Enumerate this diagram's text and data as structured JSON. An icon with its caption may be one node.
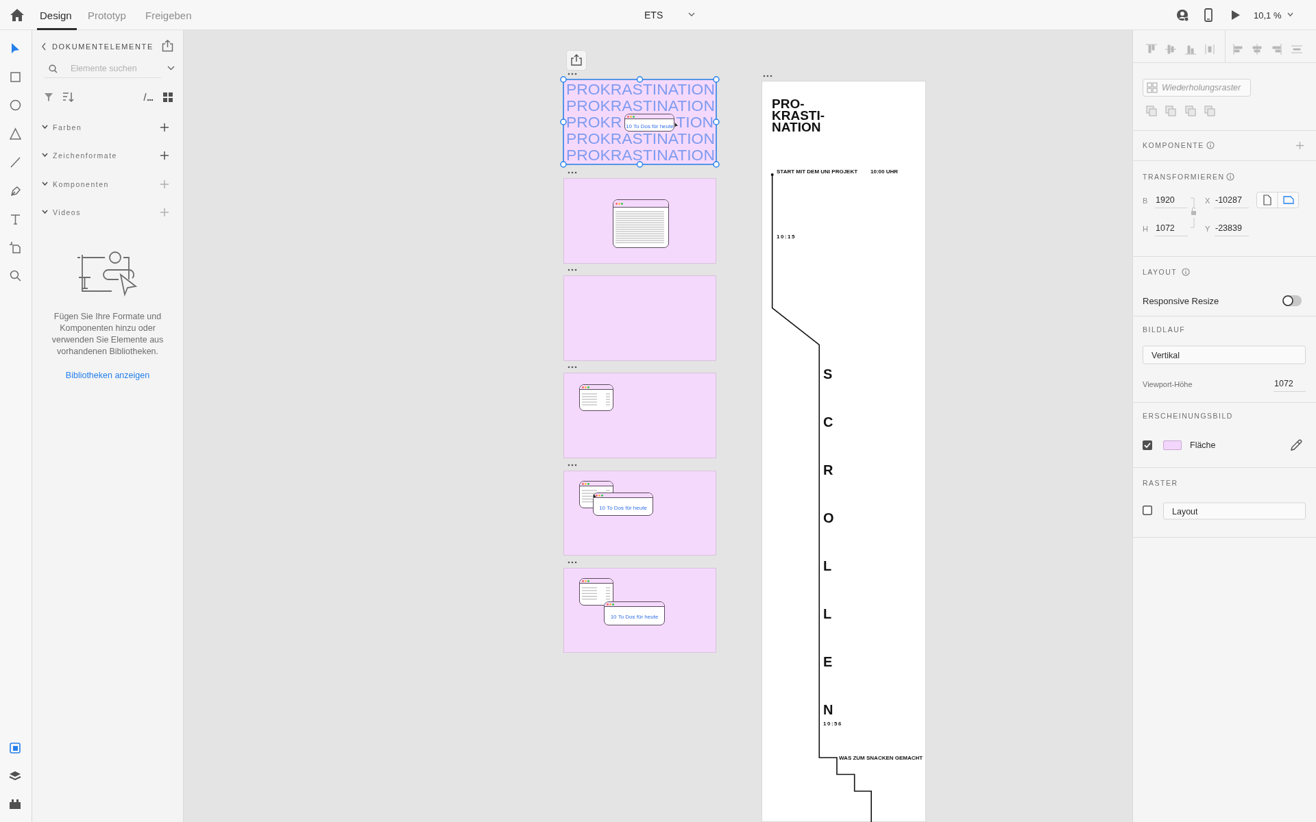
{
  "diagram": {
    "title": "ETS",
    "nodes": [
      {
        "text": [
          "PROKRASTINATION",
          "PROKRASTINATION",
          "PROKR",
          "TION",
          "PROKRASTINATION",
          "PROKRASTINATION"
        ]
      },
      {
        "text": [
          "10 To Dos für heute"
        ],
        "in": 0
      },
      {
        "text": [],
        "shape": "box"
      },
      {
        "text": [],
        "shape": "box",
        "in": 2
      },
      {
        "text": [],
        "shape": "box"
      },
      {
        "text": [],
        "shape": "box"
      },
      {
        "text": [],
        "shape": "box",
        "in": 5
      },
      {
        "text": [],
        "shape": "box"
      },
      {
        "text": [],
        "shape": "box",
        "in": 7
      },
      {
        "text": [
          "10 To Dos für heute"
        ],
        "in": 7
      },
      {
        "text": [],
        "shape": "box"
      },
      {
        "text": [],
        "shape": "box",
        "in": 10
      },
      {
        "text": [
          "10 To Dos für heute"
        ],
        "in": 10
      },
      {
        "text": [
          "PRO- KRASTI- NATION",
          "START MIT DEM UNI PROJEKT",
          "10:00 UHR",
          "10:15",
          "SCROLLEN",
          "10:56",
          "WAS ZUM SNACKEN GEMACHT"
        ]
      }
    ],
    "labels": [
      "Design",
      "Prototyp",
      "Freigeben",
      "10,1 %",
      "DOKUMENTELEMENTE",
      "Elemente suchen",
      "Farben",
      "Zeichenformate",
      "Komponenten",
      "Videos",
      "Fügen Sie Ihre Formate und Komponenten hinzu oder verwenden Sie Elemente aus vorhandenen Bibliotheken.",
      "Bibliotheken anzeigen",
      "Wiederholungsraster",
      "KOMPONENTE",
      "TRANSFORMIEREN",
      "B",
      "1920",
      "X",
      "-10287",
      "H",
      "1072",
      "Y",
      "-23839",
      "LAYOUT",
      "Responsive Resize",
      "BILDLAUF",
      "Vertikal",
      "Viewport-Höhe",
      "1072",
      "ERSCHEINUNGSBILD",
      "Fläche",
      "RASTER",
      "Layout"
    ]
  }
}
